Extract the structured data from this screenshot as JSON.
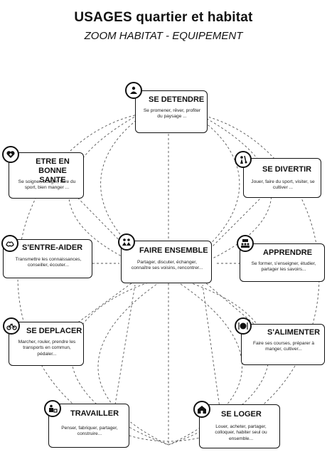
{
  "title": "USAGES quartier et habitat",
  "subtitle": "ZOOM HABITAT - EQUIPEMENT",
  "nodes": {
    "se_detendre": {
      "label": "SE DETENDRE",
      "desc": "Se promener, rêver, profiter du paysage ..."
    },
    "bonne_sante": {
      "label": "ETRE EN BONNE SANTE",
      "desc": "Se soigner, bouger, faire du sport, bien manger ..."
    },
    "se_divertir": {
      "label": "SE DIVERTIR",
      "desc": "Jouer, faire du sport, visiter, se cultiver ..."
    },
    "entre_aider": {
      "label": "S'ENTRE-AIDER",
      "desc": "Transmettre les connaissances, conseiller, écouter..."
    },
    "faire_ensemble": {
      "label": "FAIRE ENSEMBLE",
      "desc": "Partager, discuter, échanger, connaître ses voisins, rencontrer..."
    },
    "apprendre": {
      "label": "APPRENDRE",
      "desc": "Se former, s'enseigner, étudier, partager les savoirs..."
    },
    "se_deplacer": {
      "label": "SE DEPLACER",
      "desc": "Marcher, rouler, prendre les transports en commun, pédaler..."
    },
    "s_alimenter": {
      "label": "S'ALIMENTER",
      "desc": "Faire ses courses, préparer à manger, cultiver..."
    },
    "travailler": {
      "label": "TRAVAILLER",
      "desc": "Penser, fabriquer, partager, construire..."
    },
    "se_loger": {
      "label": "SE LOGER",
      "desc": "Louer, acheter, partager, colloquer, habiter seul ou ensemble..."
    }
  },
  "icons": {
    "se_detendre": "relax-icon",
    "bonne_sante": "heart-health-icon",
    "se_divertir": "entertainment-icon",
    "entre_aider": "helping-hands-icon",
    "faire_ensemble": "people-together-icon",
    "apprendre": "learning-group-icon",
    "se_deplacer": "bicycle-icon",
    "s_alimenter": "plate-icon",
    "travailler": "work-icon",
    "se_loger": "house-icon"
  }
}
